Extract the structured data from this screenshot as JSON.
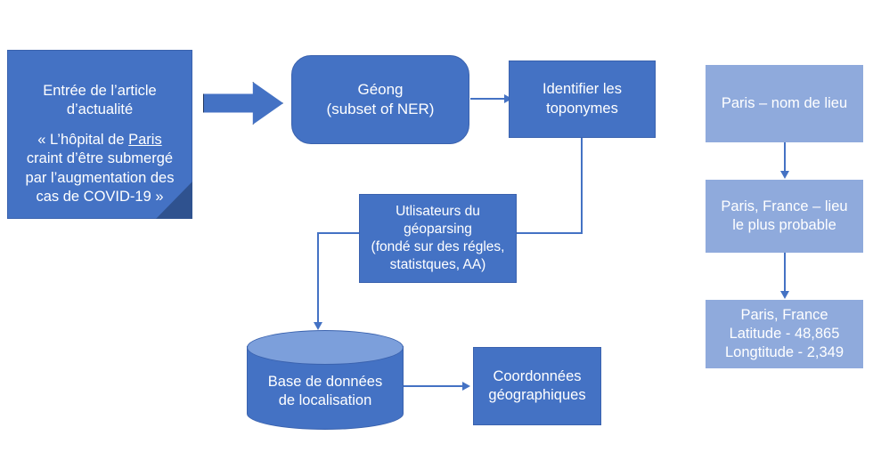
{
  "diagram": {
    "title": "Geoparsing pipeline diagram",
    "colors": {
      "dark_blue": "#4472C4",
      "light_blue": "#8FAADC",
      "cylinder_top": "#7C9FDB",
      "fold_shadow": "#2F528F",
      "outline": "#3A62AE",
      "text": "#FFFFFF",
      "background": "#FFFFFF"
    },
    "nodes": {
      "input_note": {
        "heading": "Entrée de l’article d’actualité",
        "quote_before": "« L’hôpital de ",
        "quote_emphasis": "Paris",
        "quote_after": "\ncraint d’être submergé par l’augmentation des cas de COVID-19 »",
        "full_text": "Entrée de l’article d’actualité\n\n« L’hôpital de Paris craint d’être submergé par l’augmentation des cas de COVID-19 »"
      },
      "geong": {
        "label": "Géong\n(subset of NER)"
      },
      "identifier": {
        "label": "Identifier les\ntoponymes"
      },
      "utilisateurs": {
        "label": "Utlisateurs du\ngéoparsing\n(fondé sur des régles,\nstatistques, AA)"
      },
      "database": {
        "label": "Base de données\nde localisation"
      },
      "coordonnees": {
        "label": "Coordonnées\ngéographiques"
      },
      "paris_toponym": {
        "label": "Paris – nom de lieu"
      },
      "paris_resolved": {
        "label": "Paris, France – lieu\nle plus probable"
      },
      "paris_coords": {
        "label": "Paris, France\nLatitude - 48,865\nLongtitude - 2,349"
      }
    },
    "connectors": [
      {
        "name": "note-to-geong",
        "kind": "block-arrow",
        "from": "input_note",
        "to": "geong"
      },
      {
        "name": "geong-to-identifier",
        "kind": "line-arrow",
        "from": "geong",
        "to": "identifier"
      },
      {
        "name": "identifier-to-utilisateurs",
        "kind": "elbow",
        "from": "identifier",
        "to": "utilisateurs"
      },
      {
        "name": "utilisateurs-to-database",
        "kind": "elbow-arrow",
        "from": "utilisateurs",
        "to": "database"
      },
      {
        "name": "database-to-coordonnees",
        "kind": "line-arrow",
        "from": "database",
        "to": "coordonnees"
      },
      {
        "name": "toponym-to-resolved",
        "kind": "line-arrow",
        "from": "paris_toponym",
        "to": "paris_resolved"
      },
      {
        "name": "resolved-to-coords",
        "kind": "line-arrow",
        "from": "paris_resolved",
        "to": "paris_coords"
      }
    ]
  }
}
